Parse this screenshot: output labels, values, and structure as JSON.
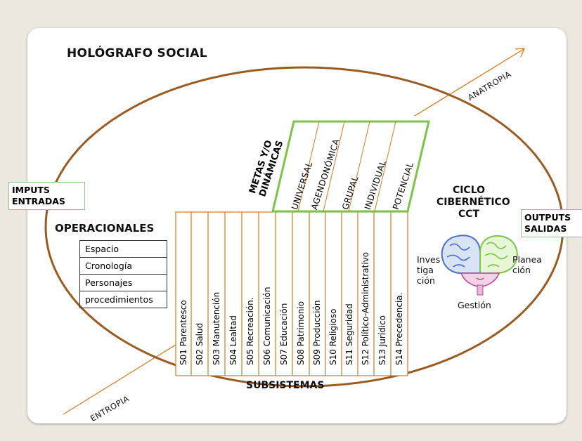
{
  "title": "HOLÓGRAFO SOCIAL",
  "inputs": {
    "line1": "IMPUTS",
    "line2": "ENTRADAS"
  },
  "outputs": {
    "line1": "OUTPUTS",
    "line2": "SALIDAS"
  },
  "operacionales": {
    "title": "OPERACIONALES",
    "items": [
      "Espacio",
      "Cronología",
      "Personajes",
      "procedimientos"
    ]
  },
  "metas": {
    "title_line1": "METAS Y/O",
    "title_line2": "DINÁMICAS",
    "items": [
      "UNIVERSAL",
      "AGENDONÓMICA",
      "GRUPAL",
      "INDIVIDUAL",
      "POTENCIAL"
    ]
  },
  "subsistemas": {
    "title": "SUBSISTEMAS",
    "items": [
      "S01 Parentesco",
      "S02 Salud",
      "S03 Manutención",
      "S04 Lealtad",
      "S05 Recreación.",
      "S06 Comunicación",
      "S07 Educación",
      "S08 Patrimonio",
      "S09 Producción",
      "S10 Religioso",
      "S11 Seguridad",
      "S12 Político-Administrativo",
      "S13 Jurídico",
      "S14 Precedencia."
    ]
  },
  "ciclo": {
    "line1": "CICLO",
    "line2": "CIBERNÉTICO",
    "line3": "CCT"
  },
  "brain": {
    "left_1": "Inves",
    "left_2": "tiga",
    "left_3": "ción",
    "right_1": "Planea",
    "right_2": "ción",
    "bottom": "Gestión"
  },
  "anatropia": "ANATROPIA",
  "entropia": "ENTROPIA",
  "colors": {
    "accent": "#e0761a",
    "ellipse": "#9a5a20",
    "green": "#7cc34a"
  }
}
